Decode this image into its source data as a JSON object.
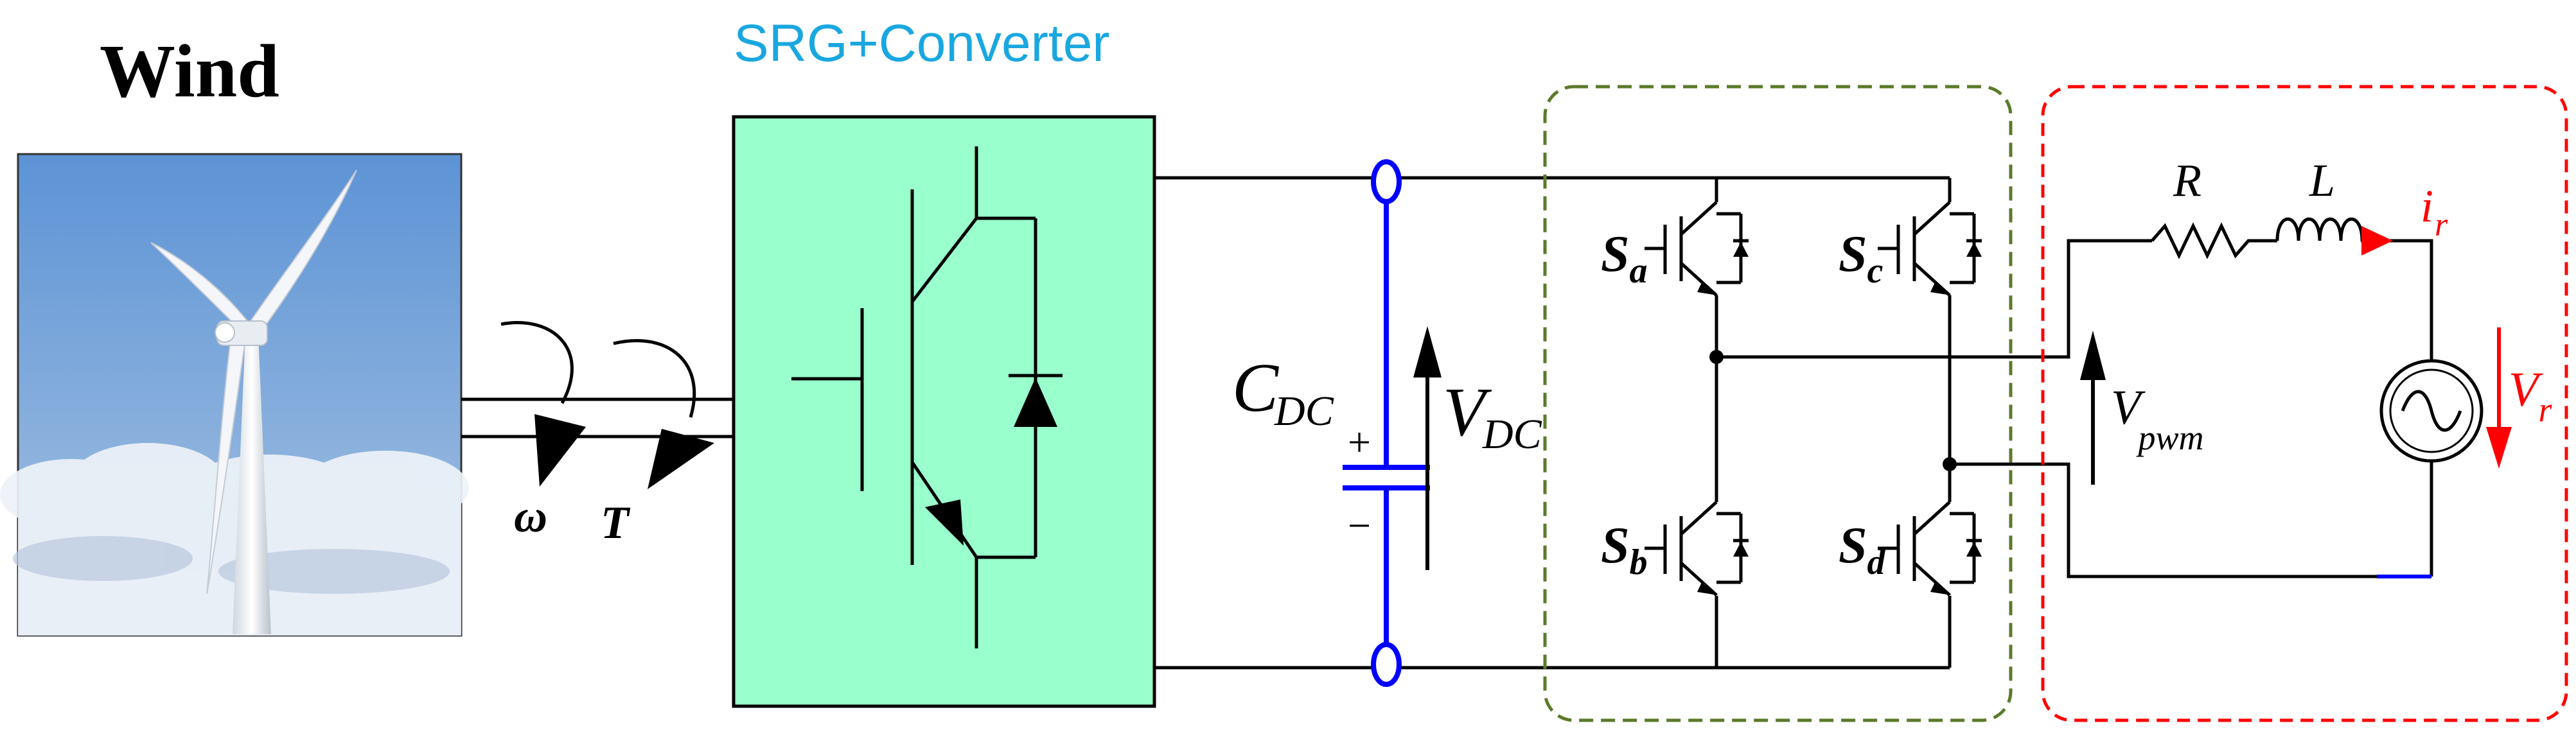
{
  "title": "Wind",
  "converter_label": "SRG+Converter",
  "labels": {
    "omega": "ω",
    "torque": "T",
    "capacitor": {
      "main": "C",
      "sub": "DC"
    },
    "vdc": {
      "main": "V",
      "sub": "DC"
    },
    "plus": "+",
    "minus": "−",
    "vpwm": {
      "main": "V",
      "sub": "pwm"
    },
    "resistor": "R",
    "inductor": "L",
    "ir": {
      "main": "i",
      "sub": "r"
    },
    "vr": {
      "main": "V",
      "sub": "r"
    }
  },
  "switches": [
    {
      "main": "S",
      "sub": "a"
    },
    {
      "main": "S",
      "sub": "b"
    },
    {
      "main": "S",
      "sub": "c"
    },
    {
      "main": "S",
      "sub": "d"
    }
  ],
  "colors": {
    "converter_fill": "#99ffcc",
    "converter_label": "#1aa7e0",
    "dc_link": "#0000ff",
    "inverter_box": "#5b7a2a",
    "grid_box": "#ff0000",
    "grid_quantities": "#ff0000"
  }
}
